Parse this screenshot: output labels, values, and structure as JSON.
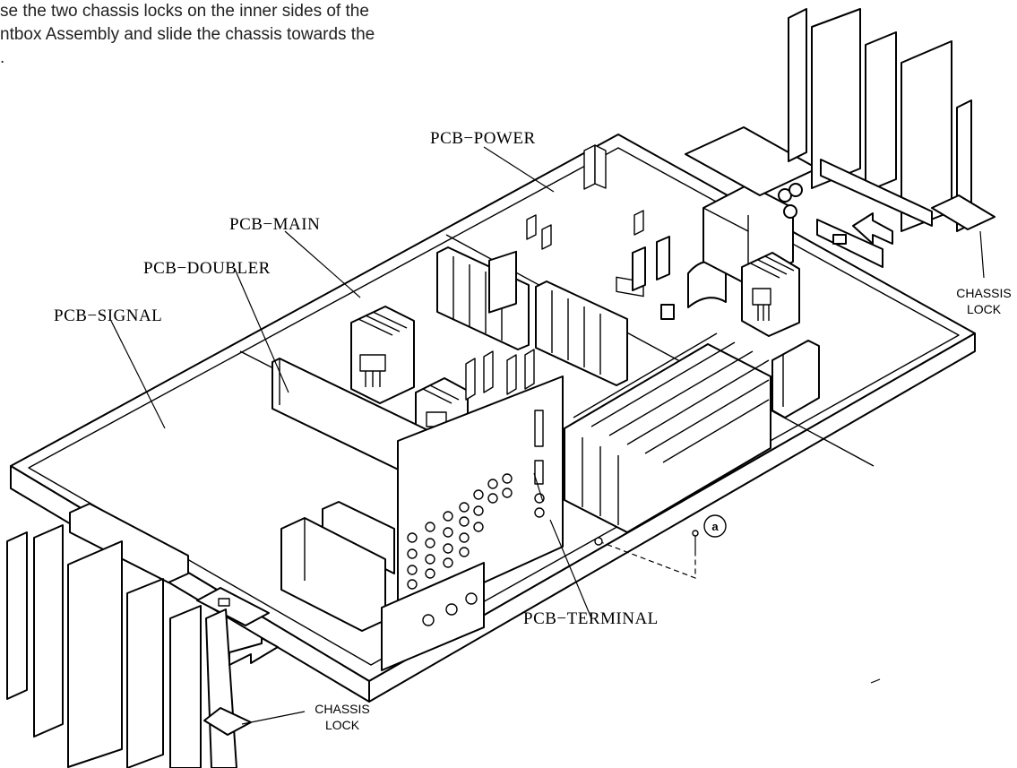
{
  "instruction": {
    "lines": [
      "se the two chassis locks on the inner sides of the",
      "ntbox Assembly and slide the chassis towards the",
      "."
    ]
  },
  "labels": {
    "pcb_power": "PCB−POWER",
    "pcb_main": "PCB−MAIN",
    "pcb_doubler": "PCB−DOUBLER",
    "pcb_signal": "PCB−SIGNAL",
    "pcb_terminal": "PCB−TERMINAL",
    "chassis_lock_right_1": "CHASSIS",
    "chassis_lock_right_2": "LOCK",
    "chassis_lock_left_1": "CHASSIS",
    "chassis_lock_left_2": "LOCK",
    "screw_callout": "a"
  },
  "icons": {
    "slide_arrow_right": "hollow-arrow-left-down",
    "slide_arrow_left": "hollow-arrow-right-up",
    "screw": "screw-icon"
  }
}
